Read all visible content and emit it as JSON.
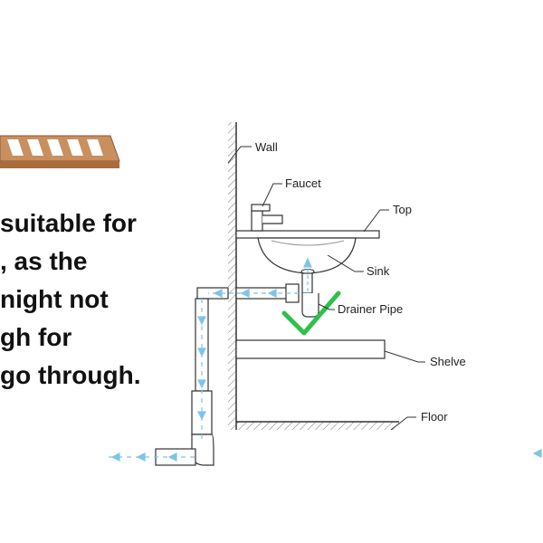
{
  "text_lines": [
    "suitable for",
    ", as the",
    "night not",
    "gh for",
    "go through."
  ],
  "labels": {
    "wall": "Wall",
    "faucet": "Faucet",
    "top": "Top",
    "sink": "Sink",
    "drainer_pipe": "Drainer Pipe",
    "shelve": "Shelve",
    "floor": "Floor"
  },
  "colors": {
    "wood": "#c98f5f",
    "checkmark": "#2fc04a",
    "flow": "#7fc4e8",
    "line": "#333333"
  },
  "icons": {
    "checkmark": "checkmark-icon",
    "shelf": "wooden-shelf-icon"
  }
}
